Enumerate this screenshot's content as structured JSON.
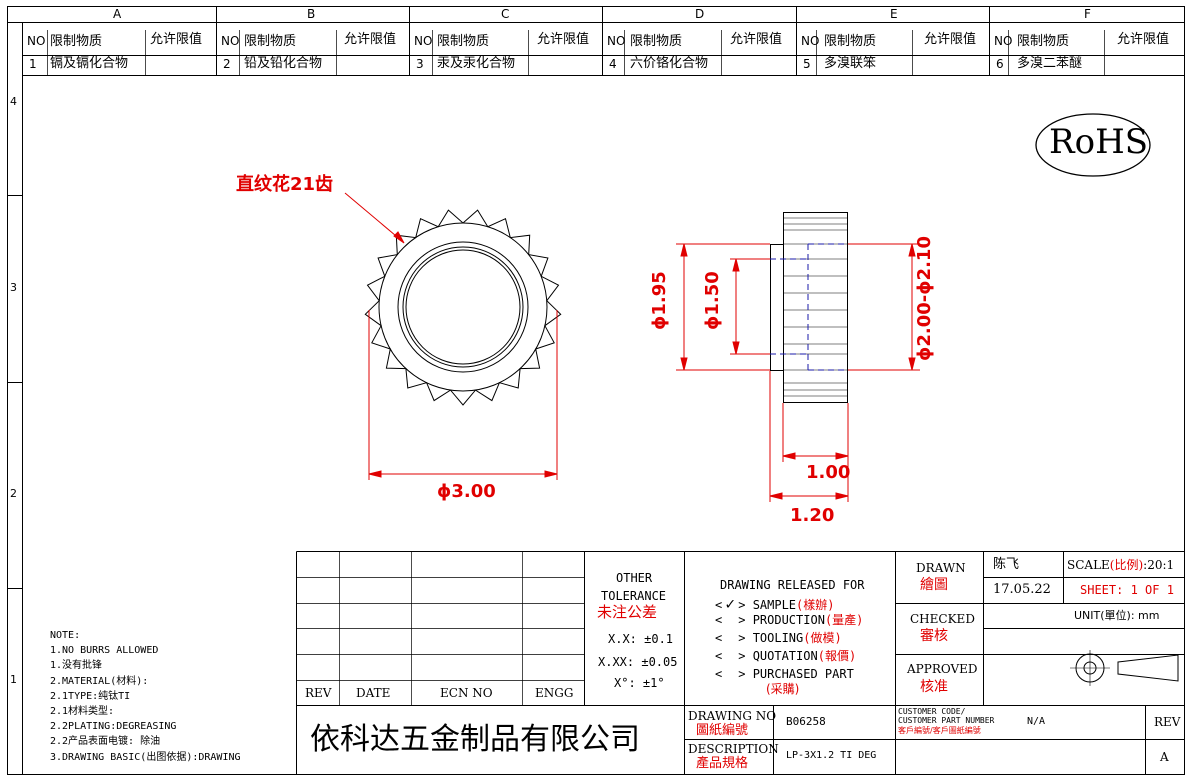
{
  "zones": [
    "A",
    "B",
    "C",
    "D",
    "E",
    "F"
  ],
  "row_numbers": [
    "4",
    "3",
    "2",
    "1"
  ],
  "restricted": {
    "header_no": "NO",
    "header_substance": "限制物质",
    "header_limit": "允许限值",
    "items": [
      {
        "no": "1",
        "name": "镉及镉化合物"
      },
      {
        "no": "2",
        "name": "铅及铅化合物"
      },
      {
        "no": "3",
        "name": "汞及汞化合物"
      },
      {
        "no": "4",
        "name": "六价铬化合物"
      },
      {
        "no": "5",
        "name": "多溴联笨"
      },
      {
        "no": "6",
        "name": "多溴二苯醚"
      }
    ]
  },
  "rohs": "RoHS",
  "annotation": "直纹花21齿",
  "dims": {
    "d300": "ϕ3.00",
    "d195": "ϕ1.95",
    "d150": "ϕ1.50",
    "d200210": "ϕ2.00-ϕ2.10",
    "w100": "1.00",
    "w120": "1.20"
  },
  "notes": {
    "title": "NOTE:",
    "lines": [
      "1.NO BURRS ALLOWED",
      "1.没有批锋",
      "2.MATERIAL(材料):",
      "2.1TYPE:纯钛TI",
      "2.1材料类型:",
      "2.2PLATING:DEGREASING",
      "2.2产品表面电镀: 除油",
      "3.DRAWING BASIC(出图依据):DRAWING"
    ]
  },
  "rev_table": {
    "rev": "REV",
    "date": "DATE",
    "ecn": "ECN NO",
    "engg": "ENGG"
  },
  "tolerance": {
    "title1": "OTHER",
    "title2": "TOLERANCE",
    "title_cn": "未注公差",
    "xx": "X.X: ±0.1",
    "xxx": "X.XX: ±0.05",
    "ang": "X°: ±1°"
  },
  "release": {
    "title": "DRAWING RELEASED FOR",
    "items": [
      {
        "mark": "<",
        "check": "✓",
        "label": "SAMPLE",
        "cn": "(樣辦)"
      },
      {
        "mark": "<",
        "check": "",
        "label": "PRODUCTION",
        "cn": "(量產)"
      },
      {
        "mark": "<",
        "check": "",
        "label": "TOOLING",
        "cn": "(做模)"
      },
      {
        "mark": "<",
        "check": "",
        "label": "QUOTATION",
        "cn": "(報價)"
      },
      {
        "mark": "<",
        "check": "",
        "label": "PURCHASED PART",
        "cn": "(采購)"
      }
    ]
  },
  "approvals": {
    "drawn": "DRAWN",
    "drawn_cn": "繪圖",
    "drawn_by": "陈飞",
    "date": "17.05.22",
    "checked": "CHECKED",
    "checked_cn": "審核",
    "approved": "APPROVED",
    "approved_cn": "核准"
  },
  "scale": {
    "label": "SCALE",
    "cn": "(比例)",
    "value": ":20:1",
    "sheet": "SHEET:",
    "sheet_val": "1 OF 1"
  },
  "unit": "UNIT(單位): mm",
  "company": "依科达五金制品有限公司",
  "drawing_no": {
    "label": "DRAWING NO",
    "cn": "圖紙編號",
    "value": "B06258"
  },
  "description": {
    "label": "DESCRIPTION",
    "cn": "產品規格",
    "value": "LP-3X1.2 TI DEG"
  },
  "customer": {
    "label1": "CUSTOMER CODE/",
    "label2": "CUSTOMER PART NUMBER",
    "cn": "客戶編號/客戶圖紙編號",
    "value": "N/A"
  },
  "rev": {
    "label": "REV",
    "value": "A"
  },
  "colors": {
    "red": "#e00000",
    "dim_line": "#e00000",
    "hidden": "#1a1aaa"
  }
}
